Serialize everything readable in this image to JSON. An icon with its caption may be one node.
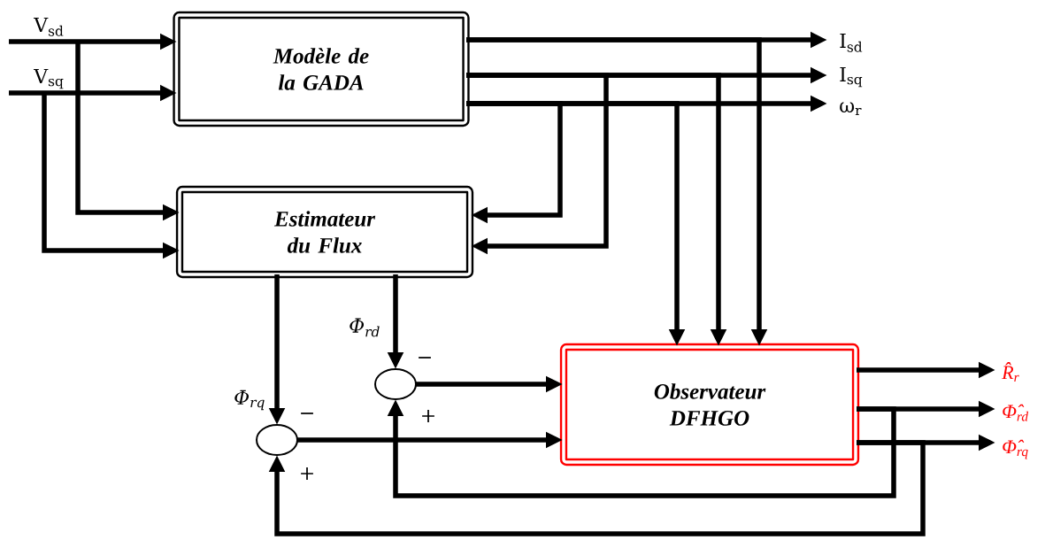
{
  "diagram": {
    "nodes": [
      {
        "text": [
          "V$_{sd}$"
        ]
      },
      {
        "text": [
          "Modèle de la GADA"
        ]
      },
      {
        "text": [
          "I$_{sd}$"
        ]
      },
      {
        "text": [
          "V$_{sq}$"
        ]
      },
      {
        "text": [
          "I$_{sq}$"
        ]
      },
      {
        "text": [
          "ω$_{r}$"
        ]
      },
      {
        "text": [
          "Estimateur du Flux"
        ]
      },
      {
        "text": [],
        "shape": "circle"
      },
      {
        "text": [
          "Observateur DFHGO"
        ]
      },
      {
        "text": [
          "R̂$_{r}$"
        ]
      },
      {
        "text": [
          "Φ̂$_{rd}$"
        ]
      },
      {
        "text": [],
        "shape": "circle"
      },
      {
        "text": [
          "Φ̂$_{rq}$"
        ]
      }
    ],
    "edges": [
      {
        "from": 0,
        "to": 1,
        "arrow": "to"
      },
      {
        "from": 0,
        "to": 6,
        "arrow": "to"
      },
      {
        "from": 3,
        "to": 1,
        "arrow": "to"
      },
      {
        "from": 3,
        "to": 6,
        "arrow": "to"
      },
      {
        "from": 1,
        "to": 2,
        "arrow": "to"
      },
      {
        "from": 1,
        "to": 4,
        "arrow": "to"
      },
      {
        "from": 1,
        "to": 5,
        "arrow": "to"
      },
      {
        "from": 1,
        "to": 6,
        "arrow": "to"
      },
      {
        "from": 1,
        "to": 6,
        "arrow": "to"
      },
      {
        "from": 1,
        "to": 8,
        "arrow": "to"
      },
      {
        "from": 1,
        "to": 8,
        "arrow": "to"
      },
      {
        "from": 1,
        "to": 8,
        "arrow": "to"
      },
      {
        "from": 6,
        "to": 11,
        "arrow": "to",
        "label": "Φ$_{rq}$"
      },
      {
        "from": 6,
        "to": 7,
        "arrow": "to",
        "label": "Φ$_{rd}$"
      },
      {
        "from": 7,
        "to": 8,
        "arrow": "to"
      },
      {
        "from": 11,
        "to": 8,
        "arrow": "to"
      },
      {
        "from": 8,
        "to": 9,
        "arrow": "to"
      },
      {
        "from": 8,
        "to": 10,
        "arrow": "to"
      },
      {
        "from": 8,
        "to": 12,
        "arrow": "to"
      },
      {
        "from": 8,
        "to": 7,
        "arrow": "to"
      },
      {
        "from": 8,
        "to": 11,
        "arrow": "to"
      }
    ],
    "labels": [
      "−",
      "+",
      "−",
      "+"
    ]
  }
}
